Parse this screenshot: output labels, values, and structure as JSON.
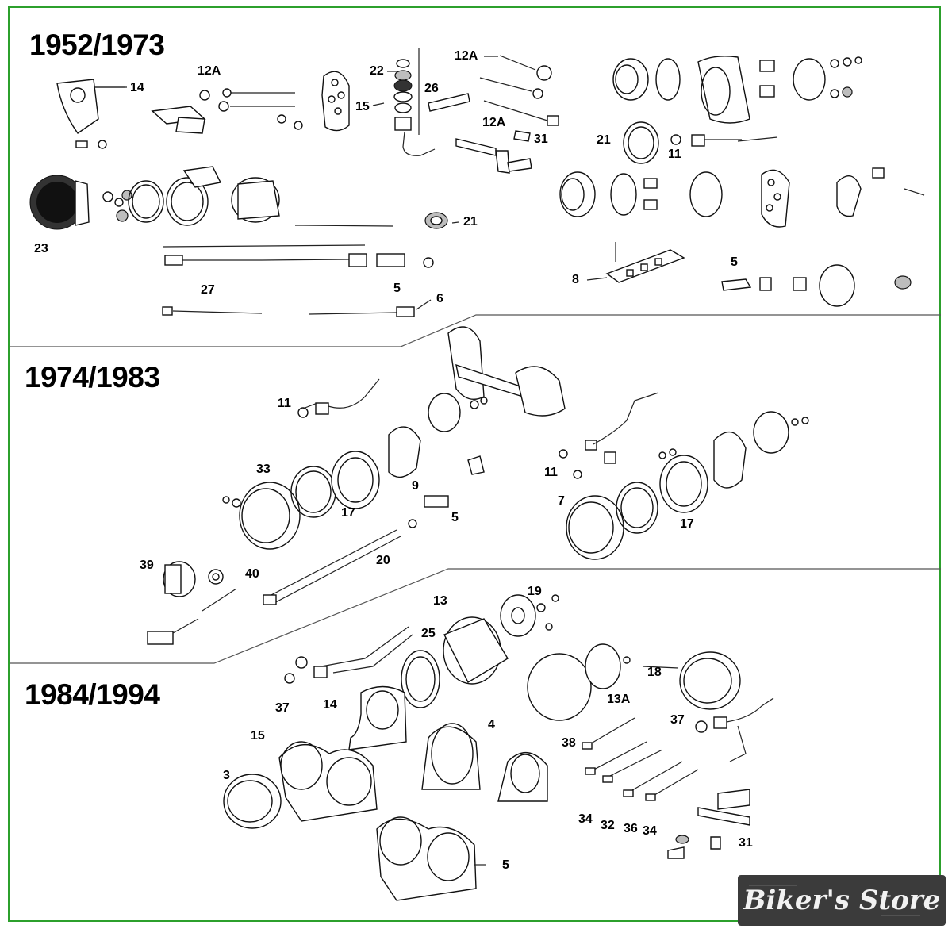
{
  "sections": [
    {
      "title": "1952/1973"
    },
    {
      "title": "1974/1983"
    },
    {
      "title": "1984/1994"
    }
  ],
  "callouts": {
    "s1": [
      "14",
      "12A",
      "22",
      "26",
      "12A",
      "15",
      "12A",
      "31",
      "21",
      "11",
      "23",
      "21",
      "27",
      "5",
      "6",
      "8",
      "5"
    ],
    "s2": [
      "11",
      "33",
      "17",
      "9",
      "5",
      "20",
      "39",
      "40",
      "11",
      "7",
      "17"
    ],
    "s3": [
      "13",
      "19",
      "25",
      "18",
      "37",
      "14",
      "13A",
      "4",
      "15",
      "37",
      "38",
      "3",
      "34",
      "32",
      "36",
      "34",
      "5",
      "31"
    ]
  },
  "watermark": {
    "text": "Biker's Store"
  },
  "colors": {
    "frame": "#2ca02c",
    "logo_bg": "#3b3b3b",
    "logo_text": "#f2f2f2"
  }
}
